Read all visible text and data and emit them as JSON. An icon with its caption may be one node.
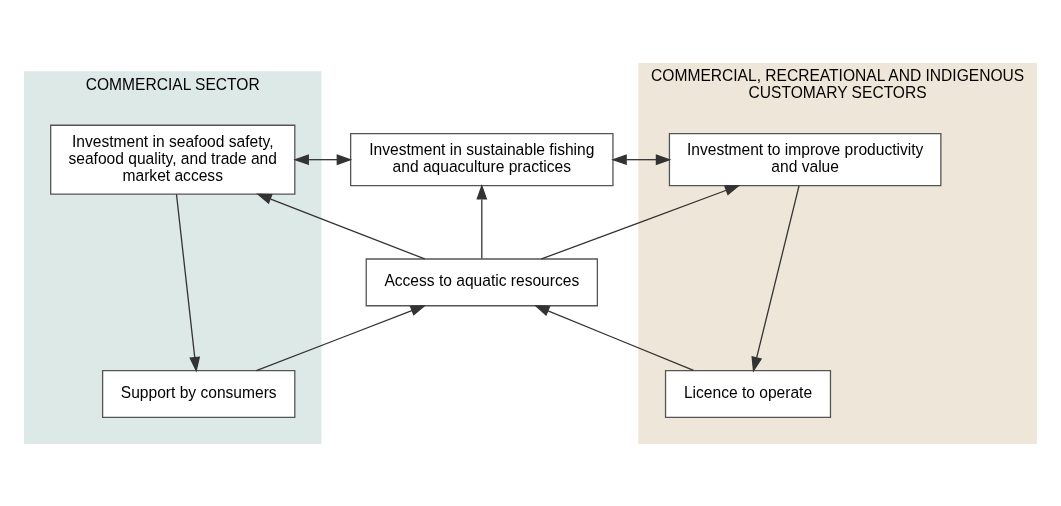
{
  "diagram": {
    "nodes": [
      {
        "text": [
          "COMMERCIAL SECTOR"
        ]
      },
      {
        "text": [
          "COMMERCIAL, RECREATIONAL AND INDIGENOUS CUSTOMARY SECTORS"
        ]
      },
      {
        "text": [
          "Investment in seafood safety, seafood quality, and trade and market access"
        ],
        "in": 0
      },
      {
        "text": [
          "Investment in sustainable fishing and aquaculture practices"
        ]
      },
      {
        "text": [
          "Investment to improve productivity and value"
        ],
        "in": 1
      },
      {
        "text": [
          "Access to aquatic resources"
        ]
      },
      {
        "text": [
          "Support by consumers"
        ],
        "in": 0
      },
      {
        "text": [
          "Licence to operate"
        ],
        "in": 1
      }
    ],
    "edges": [
      {
        "from": 2,
        "to": 3,
        "arrow": "both"
      },
      {
        "from": 3,
        "to": 4,
        "arrow": "both"
      },
      {
        "from": 5,
        "to": 2,
        "arrow": "to"
      },
      {
        "from": 5,
        "to": 3,
        "arrow": "to"
      },
      {
        "from": 5,
        "to": 4,
        "arrow": "to"
      },
      {
        "from": 2,
        "to": 6,
        "arrow": "to"
      },
      {
        "from": 6,
        "to": 5,
        "arrow": "to"
      },
      {
        "from": 4,
        "to": 7,
        "arrow": "to"
      },
      {
        "from": 7,
        "to": 5,
        "arrow": "to"
      }
    ]
  }
}
